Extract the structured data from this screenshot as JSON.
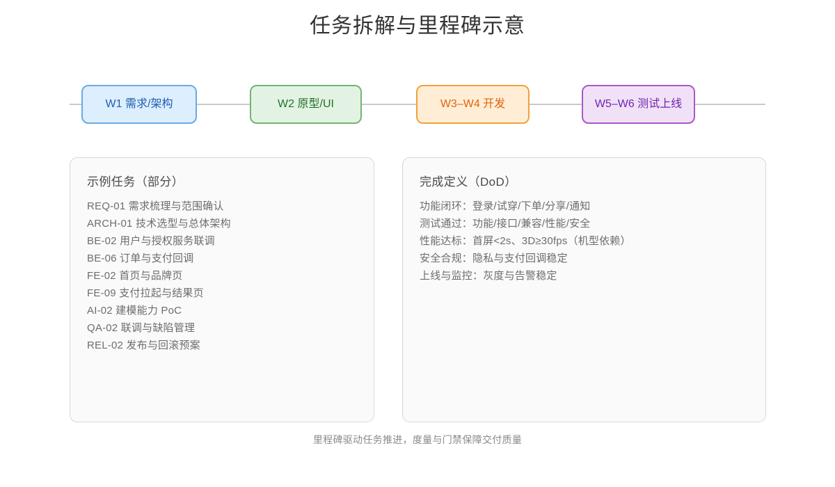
{
  "title": "任务拆解与里程碑示意",
  "timeline": {
    "rail_color": "#c9c9c9",
    "nodes": [
      {
        "label": "W1 需求/架构",
        "fill": "#ddeeff",
        "border": "#6aaae4",
        "text": "#1f5fad"
      },
      {
        "label": "W2 原型/UI",
        "fill": "#e3f3e3",
        "border": "#74b375",
        "text": "#23702a"
      },
      {
        "label": "W3–W4 开发",
        "fill": "#ffeed5",
        "border": "#f1a13a",
        "text": "#e2620d"
      },
      {
        "label": "W5–W6 测试上线",
        "fill": "#f0e1f7",
        "border": "#ab57c9",
        "text": "#7024b0"
      }
    ]
  },
  "panels": {
    "left": {
      "title": "示例任务（部分）",
      "items": [
        "REQ-01 需求梳理与范围确认",
        "ARCH-01 技术选型与总体架构",
        "BE-02 用户与授权服务联调",
        "BE-06 订单与支付回调",
        "FE-02 首页与品牌页",
        "FE-09 支付拉起与结果页",
        "AI-02 建模能力 PoC",
        "QA-02 联调与缺陷管理",
        "REL-02 发布与回滚预案"
      ]
    },
    "right": {
      "title": "完成定义（DoD）",
      "items": [
        "功能闭环：登录/试穿/下单/分享/通知",
        "测试通过：功能/接口/兼容/性能/安全",
        "性能达标：首屏<2s、3D≥30fps（机型依赖）",
        "安全合规：隐私与支付回调稳定",
        "上线与监控：灰度与告警稳定"
      ]
    }
  },
  "footer": "里程碑驱动任务推进，度量与门禁保障交付质量"
}
